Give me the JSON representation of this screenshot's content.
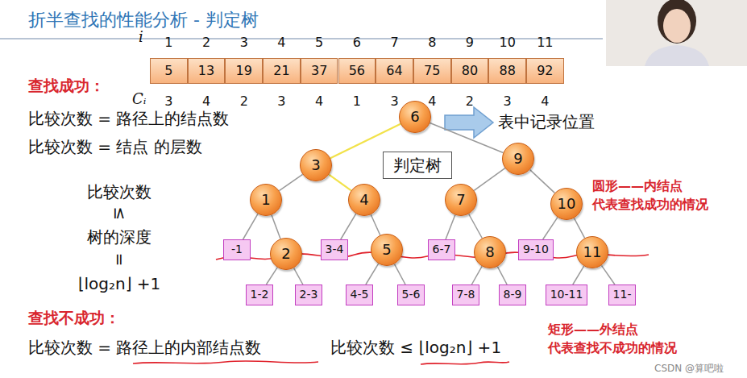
{
  "diagram": {
    "title": "折半查找的性能分析 - 判定树",
    "nodes": [
      {
        "text": [
          "6"
        ]
      },
      {
        "text": [
          "3"
        ]
      },
      {
        "text": [
          "判定树"
        ]
      },
      {
        "text": [
          "9"
        ]
      },
      {
        "text": [
          "1"
        ]
      },
      {
        "text": [
          "4"
        ]
      },
      {
        "text": [
          "7"
        ]
      },
      {
        "text": [
          "10"
        ]
      },
      {
        "text": [
          "-1"
        ]
      },
      {
        "text": [
          "2"
        ]
      },
      {
        "text": [
          "3-4"
        ]
      },
      {
        "text": [
          "5"
        ]
      },
      {
        "text": [
          "6-7"
        ]
      },
      {
        "text": [
          "8"
        ]
      },
      {
        "text": [
          "9-10"
        ]
      },
      {
        "text": [
          "11"
        ]
      },
      {
        "text": [
          "1-2"
        ]
      },
      {
        "text": [
          "2-3"
        ]
      },
      {
        "text": [
          "4-5"
        ]
      },
      {
        "text": [
          "5-6"
        ]
      },
      {
        "text": [
          "7-8"
        ]
      },
      {
        "text": [
          "8-9"
        ]
      },
      {
        "text": [
          "10-11"
        ]
      },
      {
        "text": [
          "11-"
        ]
      }
    ],
    "edges": [
      {
        "from": 0,
        "to": 1,
        "arrow": "none"
      },
      {
        "from": 0,
        "to": 3,
        "arrow": "none"
      },
      {
        "from": 1,
        "to": 4,
        "arrow": "none"
      },
      {
        "from": 1,
        "to": 5,
        "arrow": "none"
      },
      {
        "from": 3,
        "to": 6,
        "arrow": "none"
      },
      {
        "from": 3,
        "to": 7,
        "arrow": "none"
      },
      {
        "from": 4,
        "to": 8,
        "arrow": "none"
      },
      {
        "from": 4,
        "to": 9,
        "arrow": "none"
      },
      {
        "from": 5,
        "to": 10,
        "arrow": "none"
      },
      {
        "from": 5,
        "to": 11,
        "arrow": "none"
      },
      {
        "from": 6,
        "to": 12,
        "arrow": "none"
      },
      {
        "from": 6,
        "to": 13,
        "arrow": "none"
      },
      {
        "from": 7,
        "to": 14,
        "arrow": "none"
      },
      {
        "from": 7,
        "to": 15,
        "arrow": "none"
      },
      {
        "from": 9,
        "to": 16,
        "arrow": "none"
      },
      {
        "from": 9,
        "to": 17,
        "arrow": "none"
      },
      {
        "from": 11,
        "to": 18,
        "arrow": "none"
      },
      {
        "from": 11,
        "to": 19,
        "arrow": "none"
      },
      {
        "from": 13,
        "to": 20,
        "arrow": "none"
      },
      {
        "from": 13,
        "to": 21,
        "arrow": "none"
      },
      {
        "from": 15,
        "to": 22,
        "arrow": "none"
      },
      {
        "from": 15,
        "to": 23,
        "arrow": "none"
      }
    ],
    "labels": [
      "i",
      "1",
      "2",
      "3",
      "4",
      "5",
      "6",
      "7",
      "8",
      "9",
      "10",
      "11",
      "5",
      "13",
      "19",
      "21",
      "37",
      "56",
      "64",
      "75",
      "80",
      "88",
      "92",
      "Cᵢ",
      "3",
      "4",
      "2",
      "3",
      "4",
      "1",
      "3",
      "4",
      "2",
      "3",
      "4",
      "查找成功：",
      "比较次数 = 路径上的结点数",
      "比较次数 = 结点 的层数",
      "表中记录位置",
      "比较次数",
      "≤",
      "圆形——内结点",
      "代表查找成功的情况",
      "树的深度",
      "=",
      "⌊log₂n⌋ +1",
      "查找不成功：",
      "矩形——外结点",
      "比较次数 = 路径上的内部结点数",
      "比较次数 ≤ ⌊log₂n⌋ +1",
      "代表查找不成功的情况",
      "CSDN @算吧啦"
    ]
  }
}
